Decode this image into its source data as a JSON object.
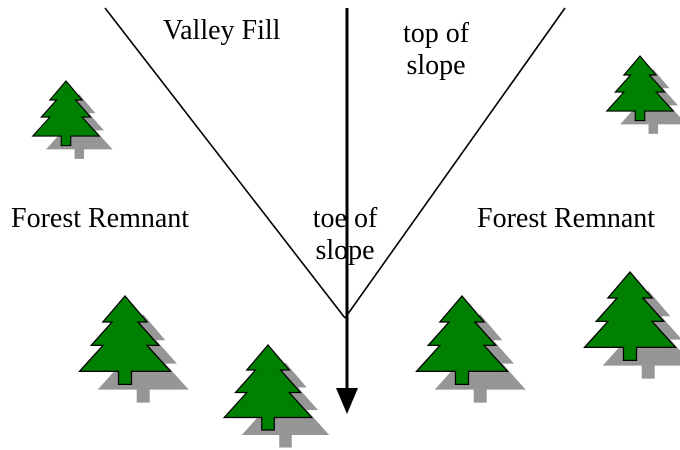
{
  "labels": {
    "valley_fill": "Valley Fill",
    "top_of_slope_line1": "top of",
    "top_of_slope_line2": "slope",
    "toe_of_slope_line1": "toe of",
    "toe_of_slope_line2": "slope",
    "forest_remnant_left": "Forest Remnant",
    "forest_remnant_right": "Forest Remnant"
  },
  "colors": {
    "tree_fill": "#008000",
    "tree_shadow": "#969696",
    "line": "#000000"
  },
  "icons": {
    "tree": "pine-tree-icon",
    "arrow": "arrow-down-icon"
  }
}
